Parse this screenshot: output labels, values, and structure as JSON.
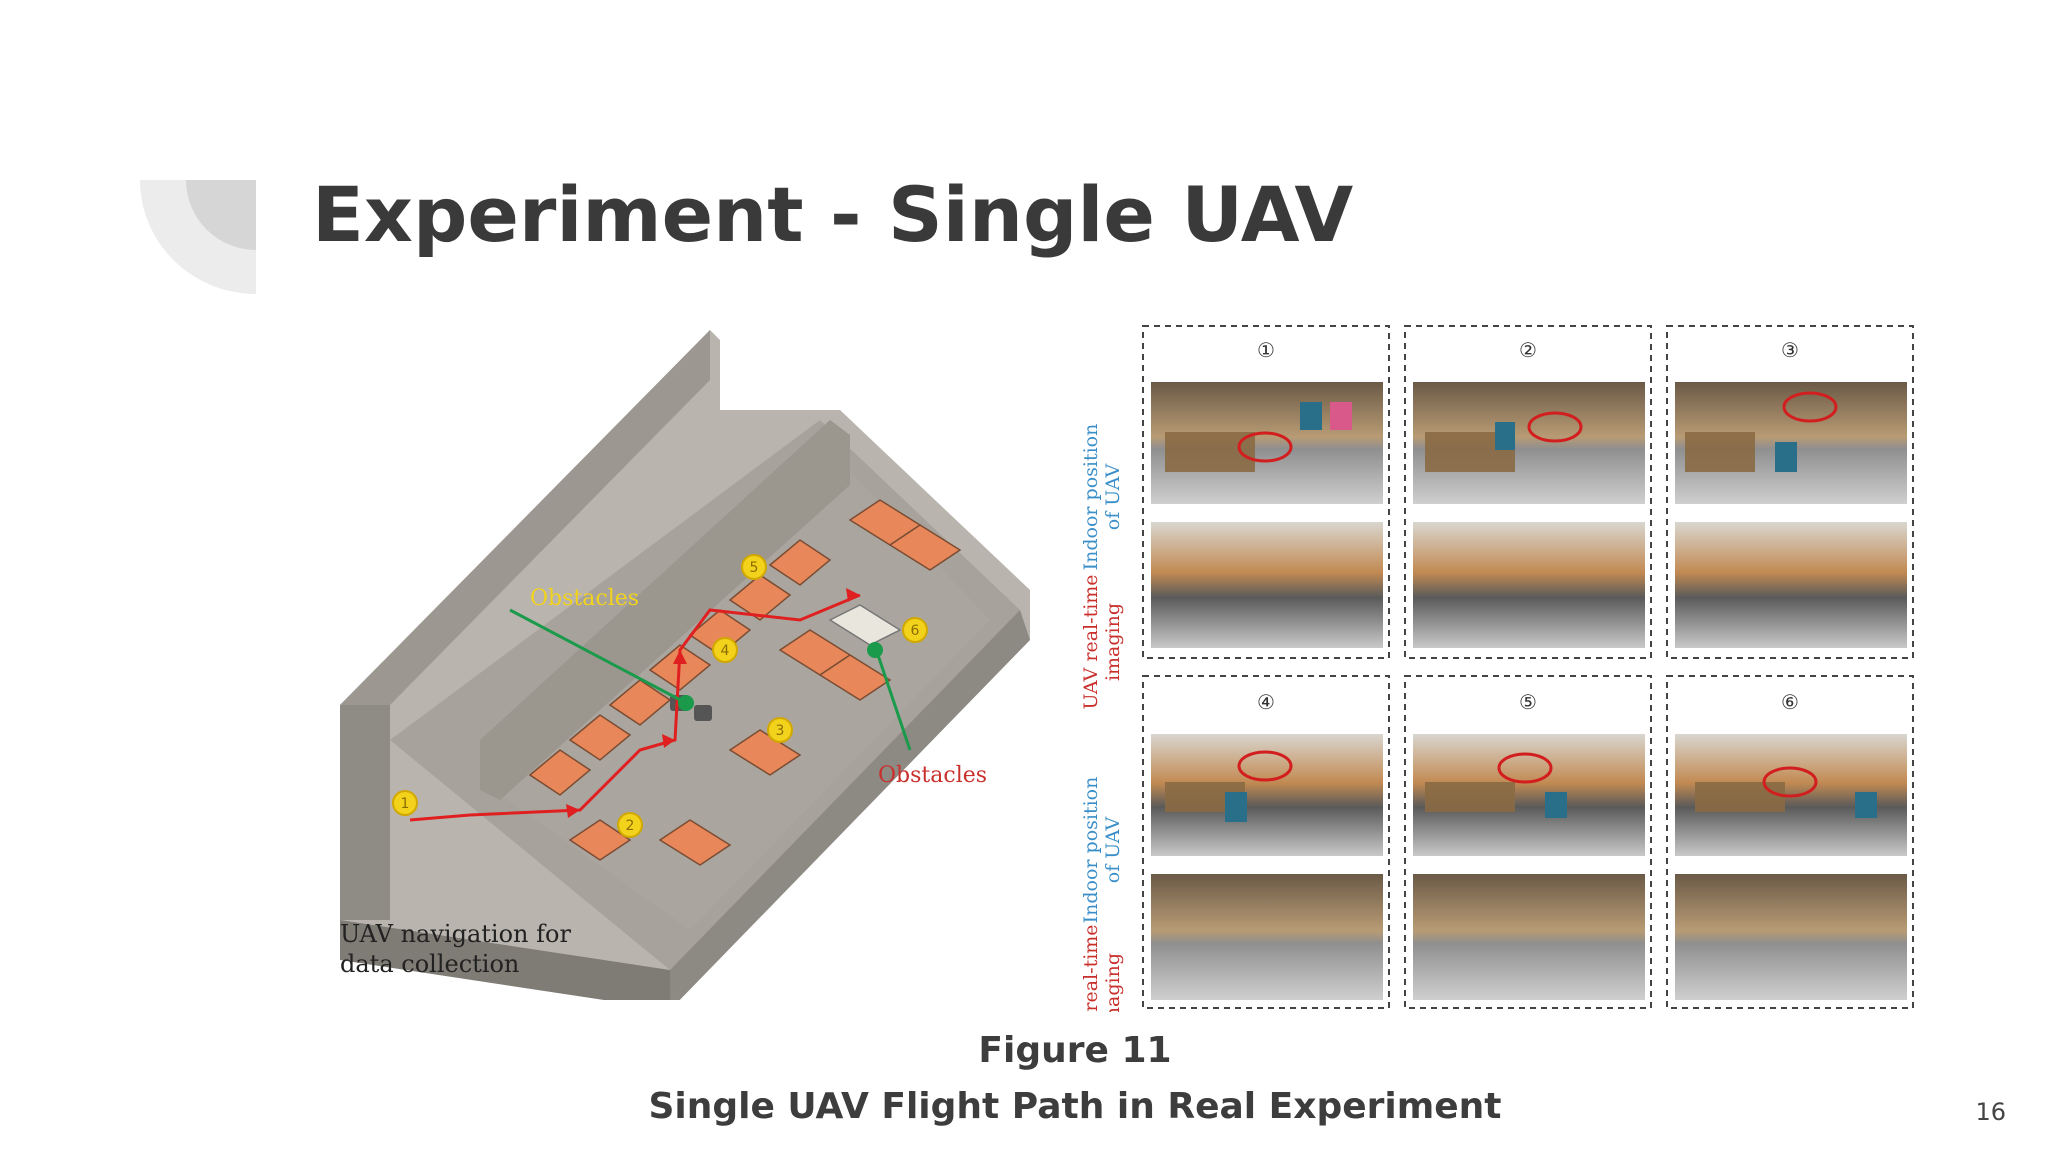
{
  "slide": {
    "title": "Experiment - Single UAV",
    "page_number": "16"
  },
  "map": {
    "obstacles_label_left": "Obstacles",
    "obstacles_label_right": "Obstacles",
    "nav_caption_line1": "UAV navigation for",
    "nav_caption_line2": "data collection",
    "waypoints": [
      "1",
      "2",
      "3",
      "4",
      "5",
      "6"
    ]
  },
  "grid": {
    "row_label_top_1": "Indoor position",
    "row_label_top_2": "of UAV",
    "row_label_bottom_1": "UAV real-time",
    "row_label_bottom_2": "imaging",
    "panel_numbers": [
      "①",
      "②",
      "③",
      "④",
      "⑤",
      "⑥"
    ]
  },
  "figure": {
    "number": "Figure 11",
    "caption": "Single UAV Flight Path in Real Experiment"
  },
  "colors": {
    "title": "#3a3a3a",
    "path": "#e02020",
    "waypoint": "#f2d21b",
    "obstacle_marker": "#1a9a4a",
    "desk": "#e8875a",
    "row_label_top": "#3a8fc9",
    "row_label_bottom": "#c9302c"
  }
}
